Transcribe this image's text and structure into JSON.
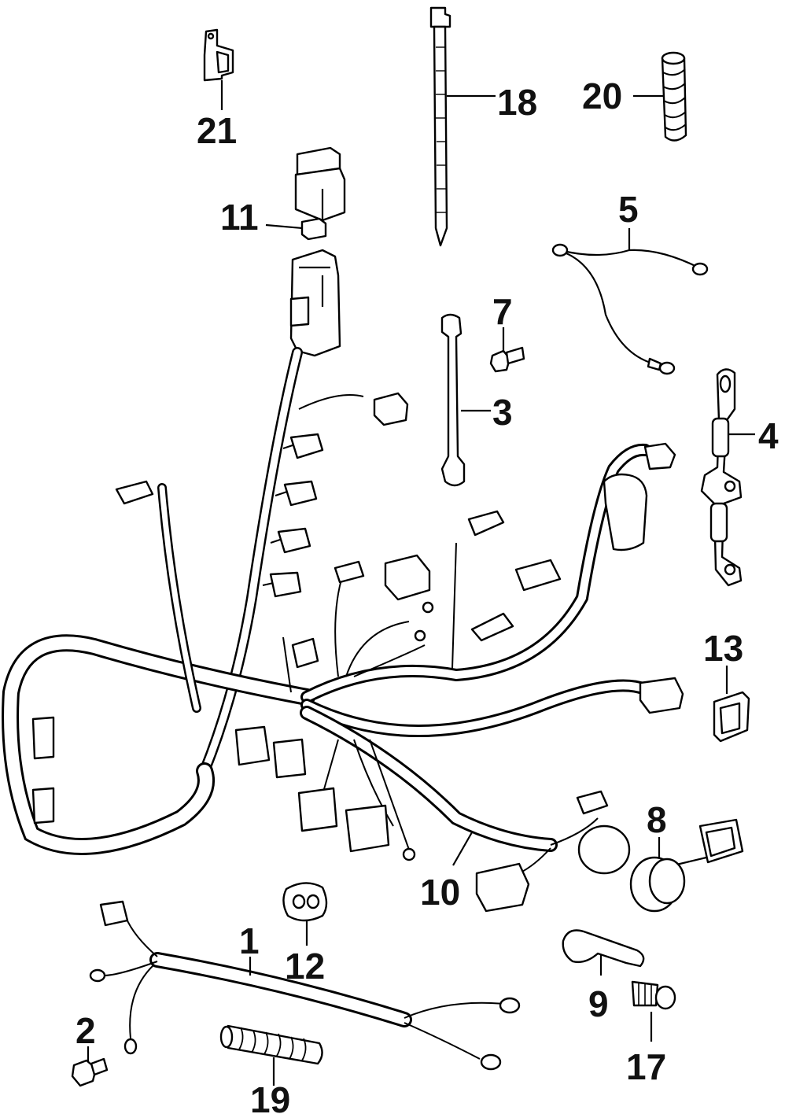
{
  "diagram": {
    "background_color": "#ffffff",
    "line_color": "#000000",
    "callouts": [
      {
        "id": "c21",
        "label": "21"
      },
      {
        "id": "c18",
        "label": "18"
      },
      {
        "id": "c20",
        "label": "20"
      },
      {
        "id": "c11",
        "label": "11"
      },
      {
        "id": "c5",
        "label": "5"
      },
      {
        "id": "c7",
        "label": "7"
      },
      {
        "id": "c3",
        "label": "3"
      },
      {
        "id": "c4",
        "label": "4"
      },
      {
        "id": "c13",
        "label": "13"
      },
      {
        "id": "c8",
        "label": "8"
      },
      {
        "id": "c10",
        "label": "10"
      },
      {
        "id": "c12",
        "label": "12"
      },
      {
        "id": "c1",
        "label": "1"
      },
      {
        "id": "c9",
        "label": "9"
      },
      {
        "id": "c2",
        "label": "2"
      },
      {
        "id": "c17",
        "label": "17"
      },
      {
        "id": "c19",
        "label": "19"
      }
    ]
  }
}
